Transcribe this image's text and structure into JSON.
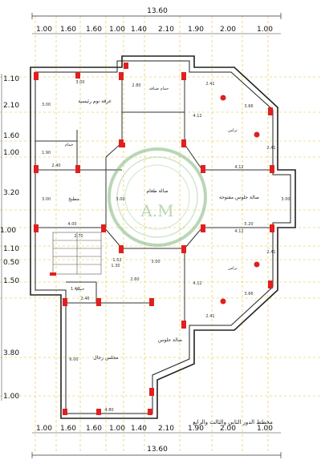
{
  "top_overall_dimension": "13.60",
  "bottom_overall_dimension": "13.60",
  "top_grid_spacings": [
    "1.00",
    "1.60",
    "1.60",
    "1.00",
    "1.40",
    "2.10",
    "1.90",
    "2.00",
    "1.00"
  ],
  "bottom_grid_spacings": [
    "1.00",
    "1.60",
    "1.60",
    "1.00",
    "1.40",
    "2.10",
    "1.90",
    "2.00",
    "1.00"
  ],
  "left_grid_spacings": [
    "1.10",
    "2.10",
    "1.60",
    "1.00",
    "3.20",
    "1.00",
    "1.10",
    "0.50",
    "1.50",
    "3.80",
    "1.00"
  ],
  "rooms": {
    "bedroom": "غرفة نوم رئيسية",
    "kitchen": "مطبخ",
    "dining_hall": "صالة طعام",
    "reception_hall": "صالة جلوس مفتوحة",
    "sitting_hall": "صالة جلوس",
    "men_majlis": "مجلس رجال",
    "bathroom_top": "حمام",
    "bath_left": "حمام",
    "dressing": "حمام ضيافة",
    "bathroom_lower": "حمام",
    "terrace_top": "تراس",
    "terrace_bottom": "تراس"
  },
  "inner_dimensions": {
    "bed_w": "3.00",
    "bed_h": "3.00",
    "bath_top_w": "2.80",
    "kitchen_w": "4.00",
    "kitchen_h": "3.00",
    "dining_w": "3.00",
    "stair_w": "2.70",
    "stair_small": "1.52",
    "stair_small2": "1.30",
    "hall_right_w": "5.20",
    "hall_right_h": "3.00",
    "bay_top_w": "4.12",
    "bay_top_side": "3.66",
    "bay_top_diag": "2.41",
    "bay_top_a": "2.41",
    "bay_top_b": "4.12",
    "bay_bot_w": "4.12",
    "bay_bot_side": "3.66",
    "bay_bot_diag": "2.41",
    "bay_bot_a": "2.41",
    "bay_bot_b": "4.12",
    "center_bottom": "3.00",
    "center_left": "2.60",
    "majlis_w": "4.80",
    "majlis_h": "6.00",
    "bath_lower_w": "2.40",
    "bath_lower_h": "1.40",
    "bath_left_w": "1.90",
    "left_room_w": "2.40"
  },
  "watermark_letters": "A.M",
  "caption": "مخطط الدور الثاني والثالث والرابع"
}
